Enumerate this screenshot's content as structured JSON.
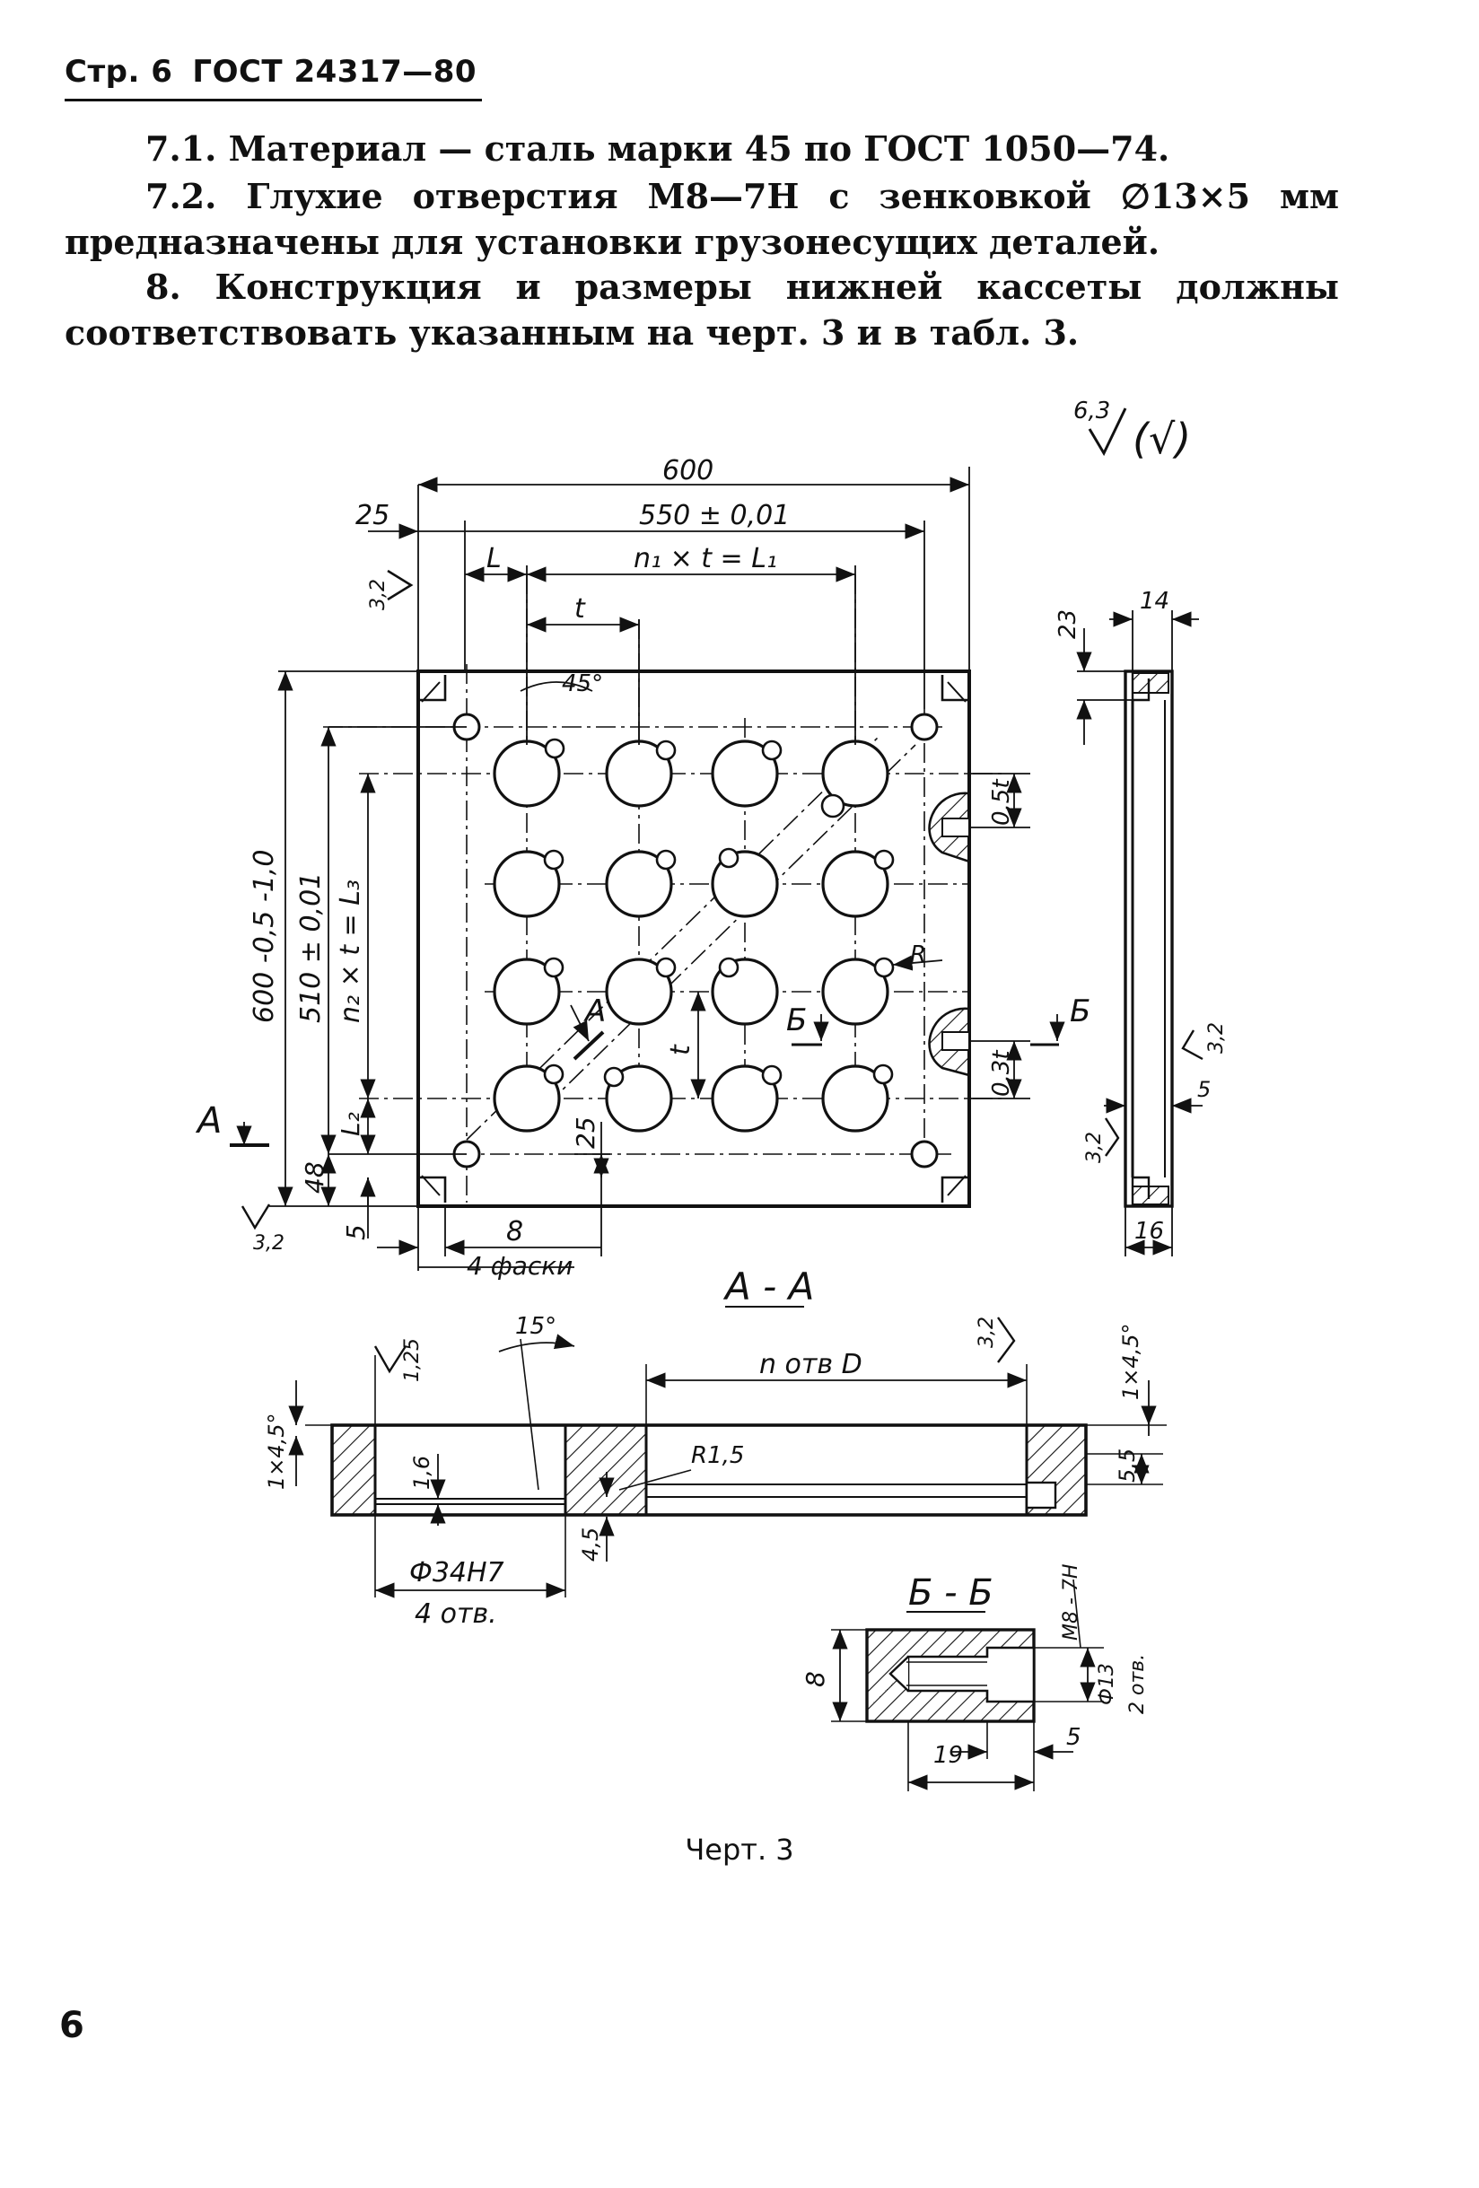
{
  "header": {
    "page": "Стр. 6",
    "gost": "ГОСТ 24317—80"
  },
  "paragraphs": [
    "7.1. Материал — сталь марки 45 по ГОСТ 1050—74.",
    "7.2. Глухие отверстия М8—7Н с зенковкой ∅13×5 мм предназначены для установки грузонесущих деталей.",
    "8. Конструкция и размеры нижней кассеты должны соответствовать указанным на черт. 3 и в табл. 3."
  ],
  "drawing": {
    "roughness_main": "6,3",
    "roughness_main_bracket": "(√)",
    "dims": {
      "w600": "600",
      "w550": "550 ± 0,01",
      "w25": "25",
      "wL": "L",
      "wn1t": "n₁ × t = L₁",
      "wt": "t",
      "h600": "600 -0,5 -1,0",
      "h510": "510 ± 0,01",
      "hn2t": "n₂ × t = L₃",
      "hL2": "L₂",
      "h48": "48",
      "h5": "5",
      "a45": "45°",
      "s23": "23",
      "s14": "14",
      "s16": "16",
      "s5": "5",
      "q05t": "0,5t",
      "q03t": "0,3t",
      "d25": "25",
      "d8": "8",
      "fask": "4 фаски",
      "tt": "t",
      "rr": "R",
      "r32a": "3,2",
      "r32b": "3,2",
      "r32c": "3,2",
      "r32d": "3,2",
      "r32e": "3,2"
    },
    "labels": {
      "A": "А",
      "A2": "А",
      "B": "Б",
      "B2": "Б"
    },
    "section_aa": {
      "title": "А - А",
      "angle": "15°",
      "r125": "1,25",
      "r32": "3,2",
      "notv": "n отв D",
      "ch1": "1×4,5°",
      "ch2": "1×4,5°",
      "d16": "1,6",
      "r15": "R1,5",
      "d55": "5,5",
      "d45": "4,5",
      "phi34": "Ф34Н7",
      "otv4": "4 отв."
    },
    "section_bb": {
      "title": "Б - Б",
      "m8": "М8 - 7Н",
      "d8": "8",
      "phi13": "Ф13",
      "otv2": "2 отв.",
      "d19": "19",
      "d5": "5"
    }
  },
  "caption": "Черт. 3",
  "page_number": "6"
}
